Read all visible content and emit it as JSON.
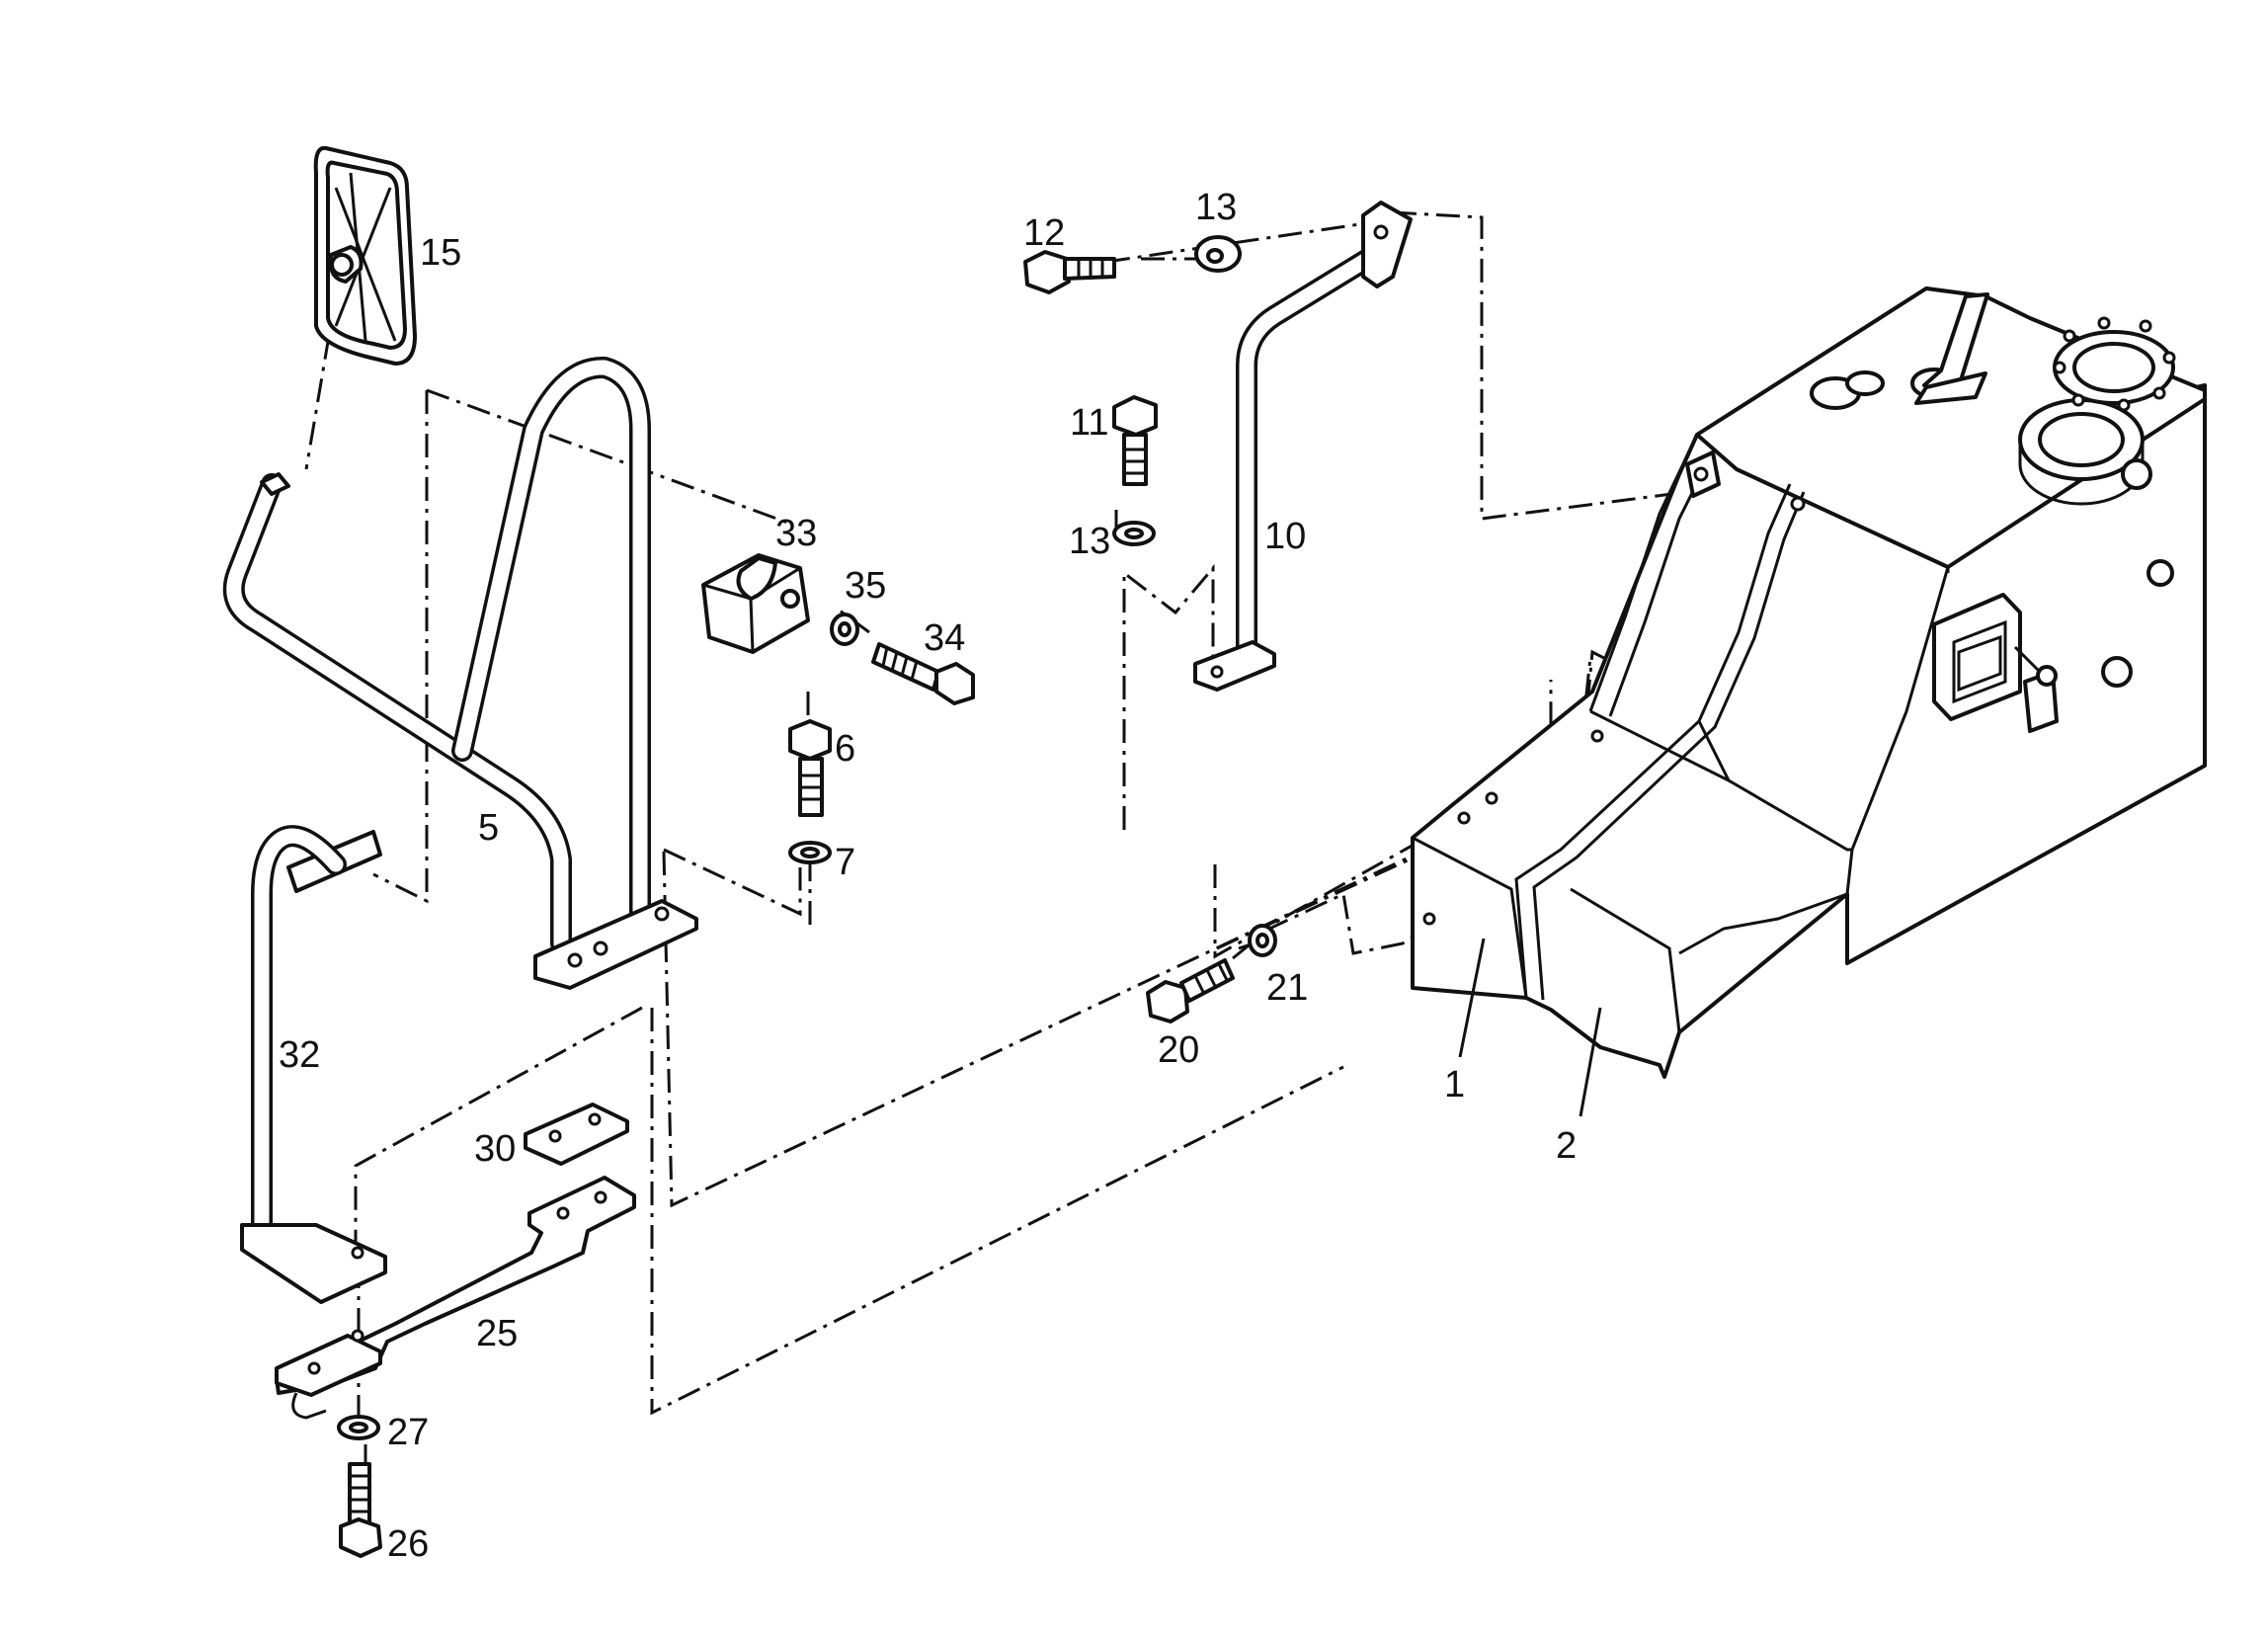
{
  "diagram": {
    "callouts": [
      {
        "id": "c15",
        "text": "15"
      },
      {
        "id": "c12",
        "text": "12"
      },
      {
        "id": "c13a",
        "text": "13"
      },
      {
        "id": "c11",
        "text": "11"
      },
      {
        "id": "c13b",
        "text": "13"
      },
      {
        "id": "c10",
        "text": "10"
      },
      {
        "id": "c33",
        "text": "33"
      },
      {
        "id": "c35",
        "text": "35"
      },
      {
        "id": "c34",
        "text": "34"
      },
      {
        "id": "c6",
        "text": "6"
      },
      {
        "id": "c7",
        "text": "7"
      },
      {
        "id": "c5",
        "text": "5"
      },
      {
        "id": "c32",
        "text": "32"
      },
      {
        "id": "c30",
        "text": "30"
      },
      {
        "id": "c25",
        "text": "25"
      },
      {
        "id": "c27",
        "text": "27"
      },
      {
        "id": "c26",
        "text": "26"
      },
      {
        "id": "c20",
        "text": "20"
      },
      {
        "id": "c21",
        "text": "21"
      },
      {
        "id": "c1",
        "text": "1"
      },
      {
        "id": "c2",
        "text": "2"
      }
    ]
  }
}
